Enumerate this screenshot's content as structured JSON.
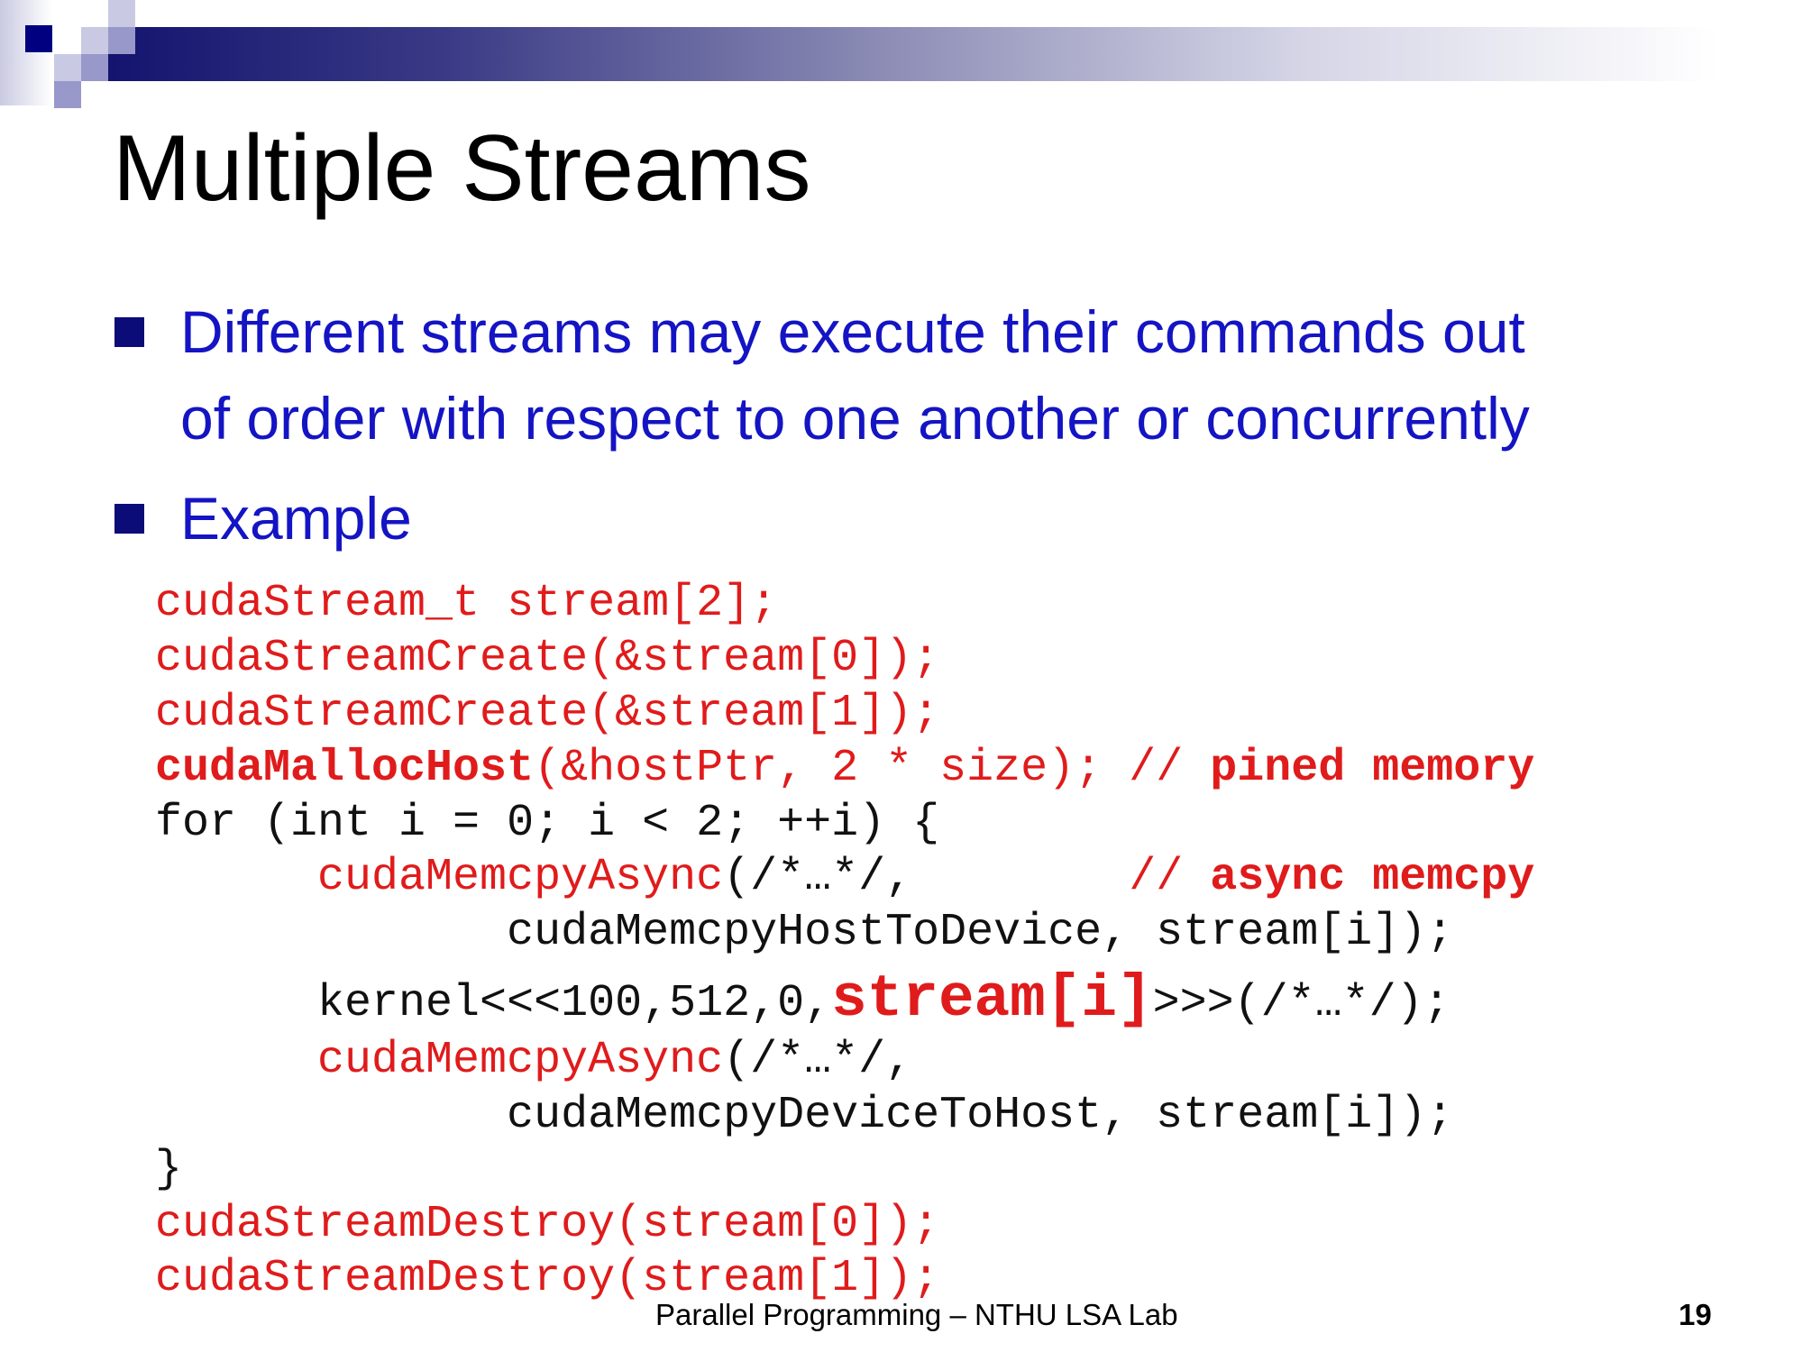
{
  "slide": {
    "title": "Multiple Streams",
    "bullets": [
      {
        "lines": [
          "Different streams may execute their commands out",
          "of order with respect to one another or concurrently"
        ]
      },
      {
        "lines": [
          "Example"
        ]
      }
    ],
    "footer": "Parallel Programming – NTHU LSA Lab",
    "page_number": "19"
  },
  "colors": {
    "accent_red": "#e01b1b",
    "bullet_blue": "#1414c4",
    "navy": "#000080"
  },
  "code": {
    "lines": [
      {
        "segments": [
          {
            "text": "cudaStream_t stream[2];",
            "style": "red"
          }
        ]
      },
      {
        "segments": [
          {
            "text": "cudaStreamCreate(&stream[0]);",
            "style": "red"
          }
        ]
      },
      {
        "segments": [
          {
            "text": "cudaStreamCreate(&stream[1]);",
            "style": "red"
          }
        ]
      },
      {
        "segments": [
          {
            "text": "cudaMallocHost",
            "style": "red bold"
          },
          {
            "text": "(&hostPtr, 2 * size); // ",
            "style": "red"
          },
          {
            "text": "pined memory",
            "style": "red bold"
          }
        ]
      },
      {
        "segments": [
          {
            "text": "for (int i = 0; i < 2; ++i) {",
            "style": "black"
          }
        ]
      },
      {
        "segments": [
          {
            "text": "      "
          },
          {
            "text": "cudaMemcpyAsync",
            "style": "red"
          },
          {
            "text": "(/*…*/,",
            "style": "black"
          },
          {
            "text": "        // ",
            "style": "red"
          },
          {
            "text": "async memcpy",
            "style": "red bold"
          }
        ]
      },
      {
        "segments": [
          {
            "text": "             cudaMemcpyHostToDevice, stream[i]);",
            "style": "black"
          }
        ]
      },
      {
        "segments": [
          {
            "text": "      kernel<<<100,512,0,",
            "style": "black"
          },
          {
            "text": "stream[i]",
            "style": "red bold big"
          },
          {
            "text": ">>>(/*…*/);",
            "style": "black"
          }
        ]
      },
      {
        "segments": [
          {
            "text": "      "
          },
          {
            "text": "cudaMemcpyAsync",
            "style": "red"
          },
          {
            "text": "(/*…*/,",
            "style": "black"
          }
        ]
      },
      {
        "segments": [
          {
            "text": "             cudaMemcpyDeviceToHost, stream[i]);",
            "style": "black"
          }
        ]
      },
      {
        "segments": [
          {
            "text": "}",
            "style": "black"
          }
        ]
      },
      {
        "segments": [
          {
            "text": "cudaStreamDestroy(stream[0]);",
            "style": "red"
          }
        ]
      },
      {
        "segments": [
          {
            "text": "cudaStreamDestroy(stream[1]);",
            "style": "red"
          }
        ]
      }
    ]
  }
}
